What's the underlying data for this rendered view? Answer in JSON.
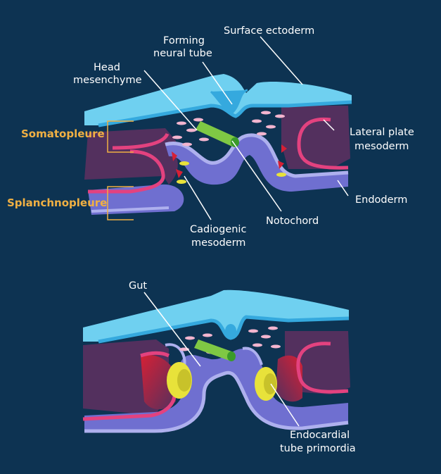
{
  "labels": {
    "surface_ectoderm": "Surface ectoderm",
    "forming_neural_tube_1": "Forming",
    "forming_neural_tube_2": "neural tube",
    "head_mesenchyme_1": "Head",
    "head_mesenchyme_2": "mesenchyme",
    "somatopleure": "Somatopleure",
    "splanchnopleure": "Splanchnopleure",
    "lateral_plate_1": "Lateral plate",
    "lateral_plate_2": "mesoderm",
    "endoderm": "Endoderm",
    "notochord": "Notochord",
    "cardiogenic_1": "Cadiogenic",
    "cardiogenic_2": "mesoderm",
    "gut": "Gut",
    "endocardial_1": "Endocardial",
    "endocardial_2": "tube primordia"
  },
  "colors": {
    "background": "#0d3352",
    "ectoderm": "#6fd0f0",
    "ectoderm_edge": "#35a9de",
    "mesoderm": "#53305e",
    "mesoderm_front": "#e3427f",
    "endoderm": "#6f6fd0",
    "endoderm_edge": "#aeb0ee",
    "notochord": "#7fc844",
    "cardiogenic_red": "#d62035",
    "cardiogenic_yellow": "#e8e23a",
    "mesenchyme": "#f3b5cf",
    "label_accent": "#f0b043"
  }
}
